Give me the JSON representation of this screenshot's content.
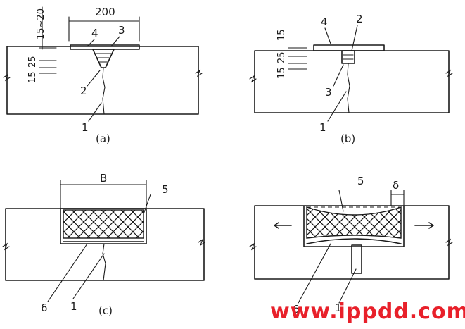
{
  "panel_a": {
    "label_200": "200",
    "label_15_20": "15~20",
    "label_15": "15",
    "label_25": "25",
    "n1": "1",
    "n2": "2",
    "n3": "3",
    "n4": "4",
    "caption": "(a)"
  },
  "panel_b": {
    "label_15_top": "15",
    "label_15": "15",
    "label_25": "25",
    "n1": "1",
    "n2": "2",
    "n3": "3",
    "n4": "4",
    "caption": "(b)"
  },
  "panel_c": {
    "label_B": "B",
    "n1": "1",
    "n5": "5",
    "n6": "6",
    "caption": "(c)"
  },
  "panel_d": {
    "label_delta": "δ",
    "n1": "1",
    "n5": "5",
    "n6": "6"
  },
  "watermark": "www.ippdd.com",
  "colors": {
    "ink": "#1a1a1a",
    "watermark": "#e8202a"
  }
}
